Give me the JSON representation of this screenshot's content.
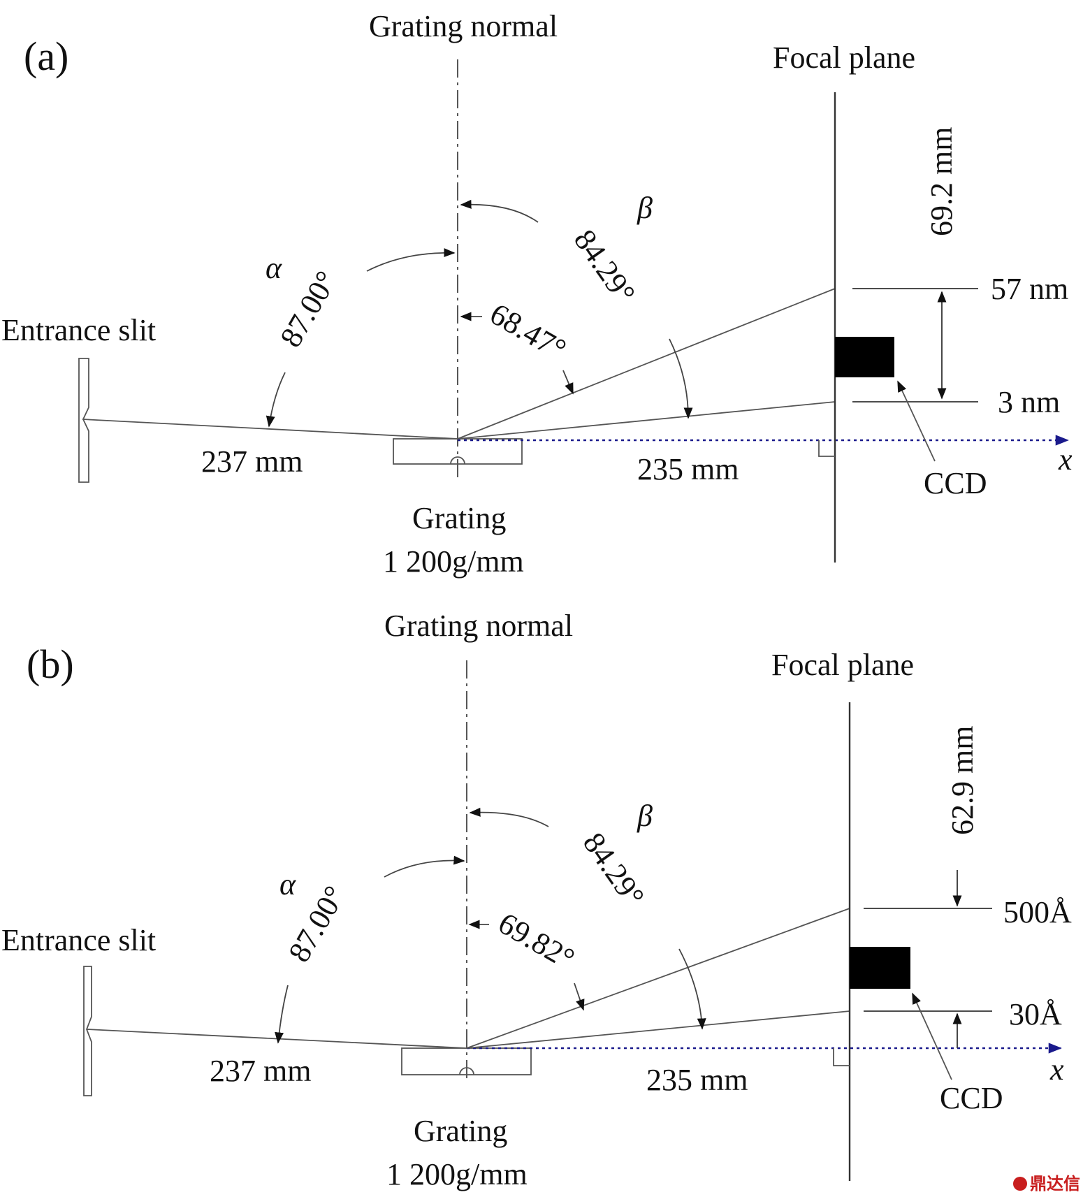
{
  "panels": [
    {
      "label": "(a)",
      "grating_normal": "Grating normal",
      "focal_plane": "Focal plane",
      "entrance_slit": "Entrance slit",
      "alpha_symbol": "α",
      "alpha_value": "87.00°",
      "beta_symbol": "β",
      "beta_value": "84.29°",
      "inner_angle": "68.47°",
      "arm_entrance": "237 mm",
      "arm_exit": "235 mm",
      "grating": "Grating",
      "grooves": "1 200g/mm",
      "plane_height": "69.2 mm",
      "upper_wavelength": "57 nm",
      "lower_wavelength": "3 nm",
      "detector": "CCD",
      "axis": "x"
    },
    {
      "label": "(b)",
      "grating_normal": "Grating normal",
      "focal_plane": "Focal plane",
      "entrance_slit": "Entrance slit",
      "alpha_symbol": "α",
      "alpha_value": "87.00°",
      "beta_symbol": "β",
      "beta_value": "84.29°",
      "inner_angle": "69.82°",
      "arm_entrance": "237 mm",
      "arm_exit": "235 mm",
      "grating": "Grating",
      "grooves": "1 200g/mm",
      "plane_height": "62.9 mm",
      "upper_wavelength": "500Å",
      "lower_wavelength": "30Å",
      "detector": "CCD",
      "axis": "x"
    }
  ],
  "watermark": "鼎达信"
}
